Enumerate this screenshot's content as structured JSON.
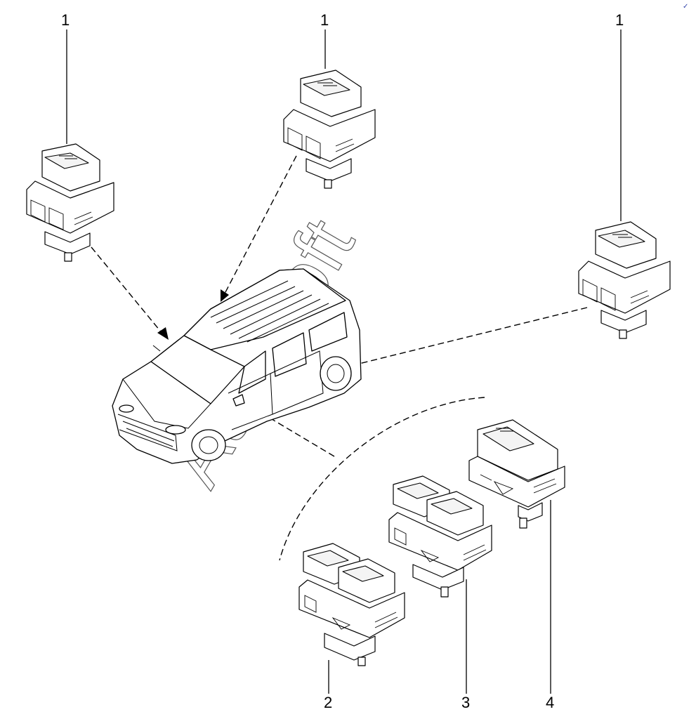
{
  "diagram": {
    "callouts": [
      {
        "id": "switch-rear-left",
        "number": "1"
      },
      {
        "id": "switch-rear-center",
        "number": "1"
      },
      {
        "id": "switch-rear-right",
        "number": "1"
      },
      {
        "id": "switch-double-a",
        "number": "2"
      },
      {
        "id": "switch-double-b",
        "number": "3"
      },
      {
        "id": "switch-single",
        "number": "4"
      }
    ],
    "watermark": "AutoSoft",
    "corner_mark": "✓"
  }
}
